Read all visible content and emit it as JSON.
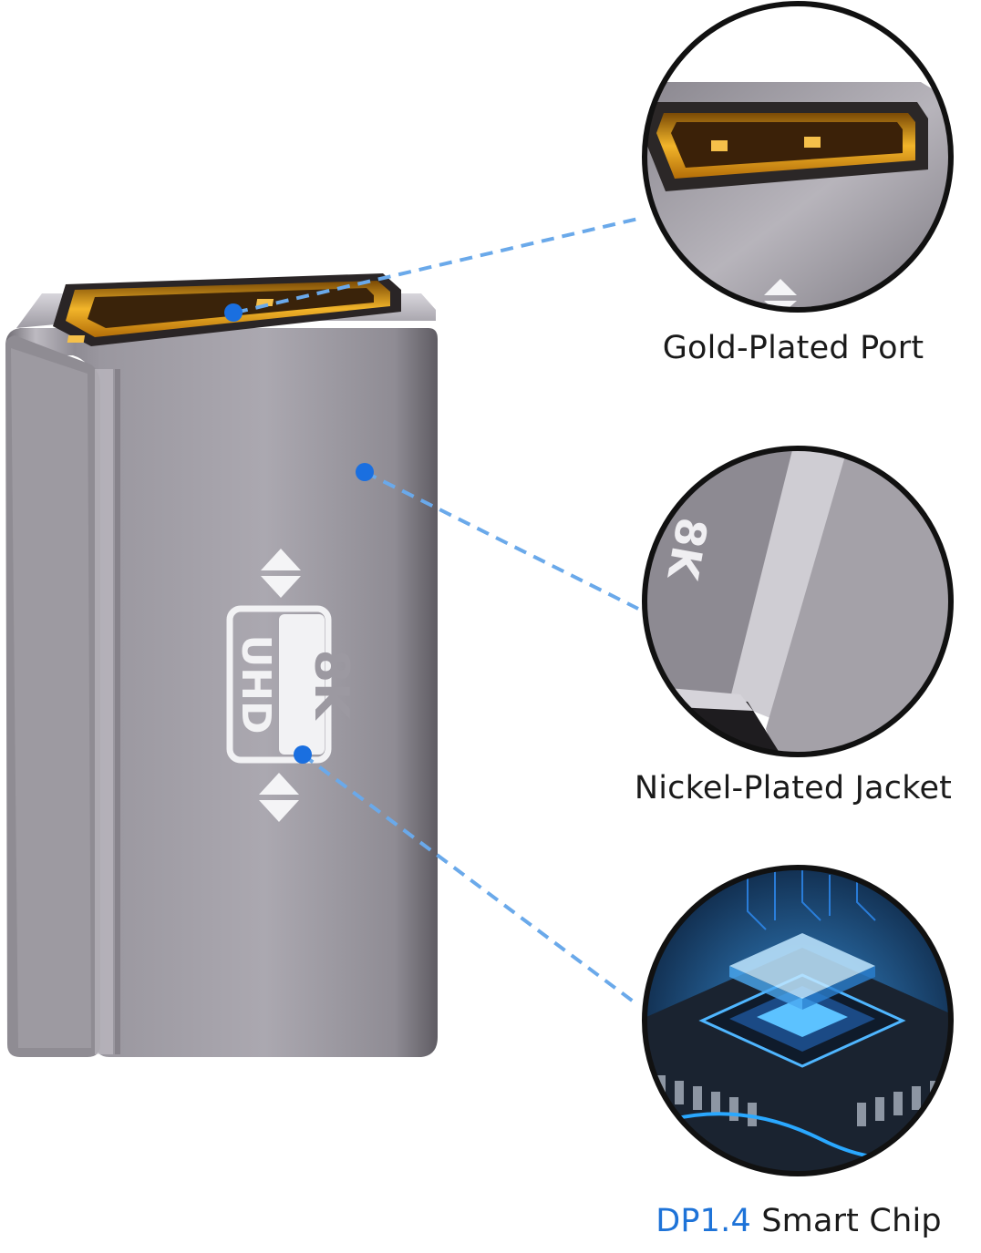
{
  "product": {
    "badge_top": "8K",
    "badge_bottom": "UHD"
  },
  "callouts": [
    {
      "id": "port",
      "label": "Gold-Plated Port"
    },
    {
      "id": "jacket",
      "label": "Nickel-Plated Jacket"
    },
    {
      "id": "chip",
      "label_accent": "DP1.4",
      "label_rest": " Smart Chip"
    }
  ],
  "colors": {
    "accent_blue": "#1e73d8",
    "callout_dot": "#1a6fe0",
    "callout_line": "#6aa9ea",
    "gold": "#e0a21a",
    "metal": "#a5a2a8"
  }
}
